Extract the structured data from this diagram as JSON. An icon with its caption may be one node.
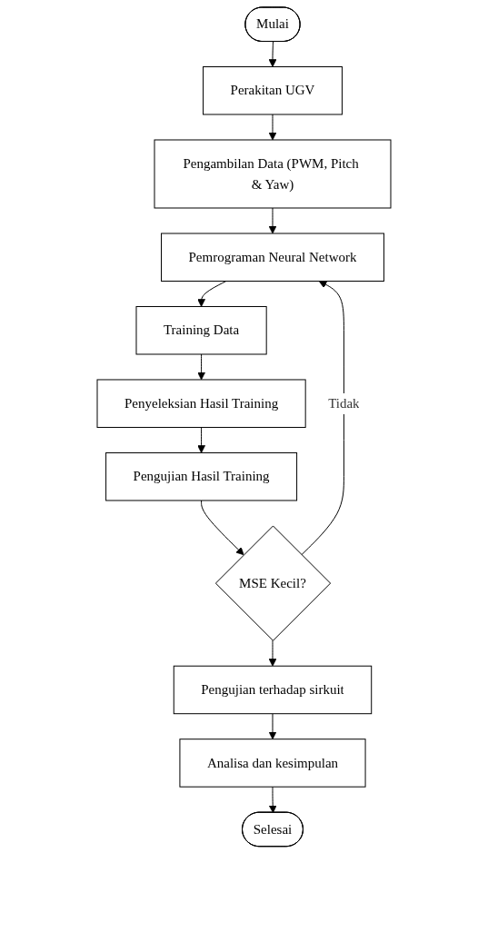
{
  "diagram": {
    "nodes": [
      {
        "text": [
          "Mulai"
        ]
      },
      {
        "text": [
          "Perakitan UGV"
        ]
      },
      {
        "text": [
          "Pengambilan Data (PWM, Pitch & Yaw)"
        ]
      },
      {
        "text": [
          "Pemrograman Neural Network"
        ]
      },
      {
        "text": [
          "Training Data"
        ]
      },
      {
        "text": [
          "Penyeleksian Hasil Training"
        ]
      },
      {
        "text": [
          "Pengujian Hasil Training"
        ]
      },
      {
        "text": [
          "MSE Kecil?"
        ]
      },
      {
        "text": [
          "Pengujian terhadap sirkuit"
        ]
      },
      {
        "text": [
          "Analisa dan kesimpulan"
        ]
      },
      {
        "text": [
          "Selesai"
        ]
      }
    ],
    "edges": [
      {
        "from": 0,
        "to": 1,
        "arrow": "to"
      },
      {
        "from": 1,
        "to": 2,
        "arrow": "to"
      },
      {
        "from": 2,
        "to": 3,
        "arrow": "to"
      },
      {
        "from": 3,
        "to": 4,
        "arrow": "to"
      },
      {
        "from": 4,
        "to": 5,
        "arrow": "to"
      },
      {
        "from": 5,
        "to": 6,
        "arrow": "to"
      },
      {
        "from": 6,
        "to": 7,
        "arrow": "to"
      },
      {
        "from": 7,
        "to": 3,
        "arrow": "to",
        "label": "Tidak"
      },
      {
        "from": 7,
        "to": 8,
        "arrow": "to"
      },
      {
        "from": 8,
        "to": 9,
        "arrow": "to"
      },
      {
        "from": 9,
        "to": 10,
        "arrow": "to"
      }
    ]
  }
}
